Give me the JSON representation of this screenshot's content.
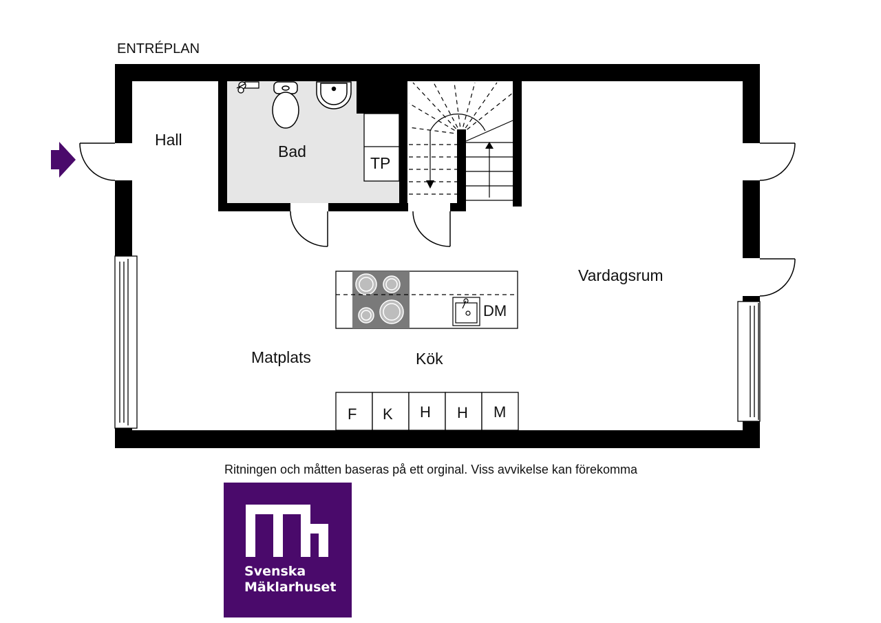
{
  "plan": {
    "title": "ENTRÉPLAN",
    "rooms": {
      "hall": "Hall",
      "bad": "Bad",
      "tp": "TP",
      "vardagsrum": "Vardagsrum",
      "matplats": "Matplats",
      "kok": "Kök"
    },
    "appliances": {
      "dm": "DM",
      "cabinets": [
        "F",
        "K",
        "H",
        "H",
        "M"
      ]
    }
  },
  "caption": "Ritningen och måtten baseras på ett orginal. Viss avvikelse kan förekomma",
  "logo": {
    "brand_line1": "Svenska",
    "brand_line2": "Mäklarhuset",
    "color": "#4a0a6b"
  },
  "colors": {
    "wall": "#000000",
    "bathroom_floor": "#e6e6e6",
    "stove": "#7a7a7a",
    "entrance_arrow": "#4a0a6b"
  }
}
